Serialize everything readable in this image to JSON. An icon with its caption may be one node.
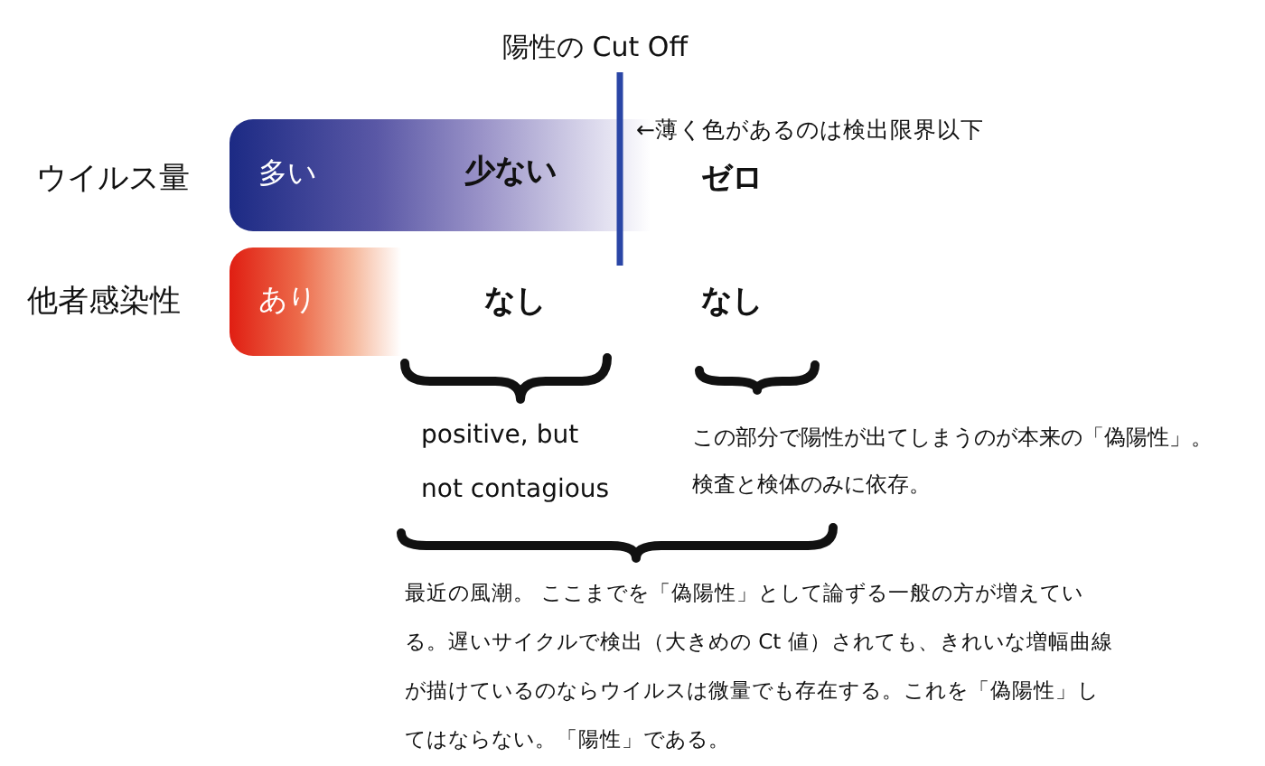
{
  "diagram": {
    "nodes": [
      {
        "text": [
          "多い",
          "少ない"
        ]
      },
      {
        "text": [
          "あり"
        ]
      }
    ],
    "labels": [
      "陽性の Cut Off",
      "←薄く色があるのは検出限界以下",
      "ウイルス量",
      "ゼロ",
      "他者感染性",
      "なし",
      "なし",
      "positive, but not contagious",
      "この部分で陽性が出てしまうのが本来の「偽陽性」。検査と検体のみに依存。",
      "最近の風潮。 ここまでを「偽陽性」として論ずる一般の方が増えている。遅いサイクルで検出（大きめの Ct 値）されても、きれいな増幅曲線が描けているのならウイルスは微量でも存在する。これを「偽陽性」してはならない。「陽性」である。"
    ]
  }
}
